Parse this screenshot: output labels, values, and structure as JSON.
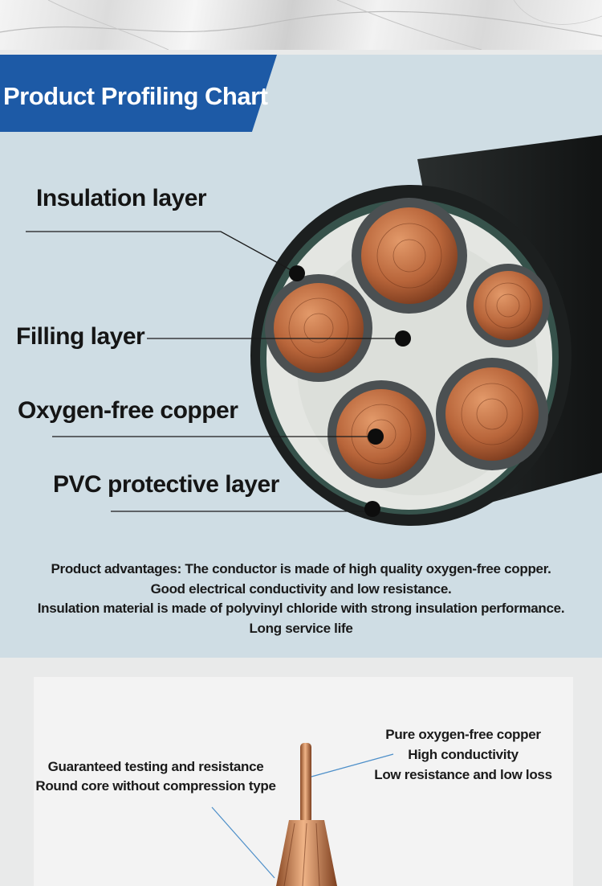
{
  "header": {
    "title": "Product Profiling Chart"
  },
  "cross_section": {
    "labels": {
      "insulation": "Insulation layer",
      "filling": "Filling layer",
      "copper": "Oxygen-free copper",
      "pvc": "PVC protective layer"
    }
  },
  "advantages": {
    "line1": "Product advantages: The conductor is made of high quality oxygen-free copper.",
    "line2": "Good electrical conductivity and low resistance.",
    "line3": "Insulation material is made of polyvinyl chloride with strong insulation performance.",
    "line4": "Long service life"
  },
  "conductor_detail": {
    "right_callout": {
      "line1": "Pure oxygen-free copper",
      "line2": "High conductivity",
      "line3": "Low resistance and low loss"
    },
    "left_callout": {
      "line1": "Guaranteed testing and resistance",
      "line2": "Round core without compression type"
    }
  },
  "colors": {
    "banner": "#1d5aa6",
    "panel": "#cfdde4",
    "copper": "#b8653a",
    "jacket": "#1c1f1f",
    "filling": "#e4e6e2",
    "core_insulation": "#4b5052"
  }
}
